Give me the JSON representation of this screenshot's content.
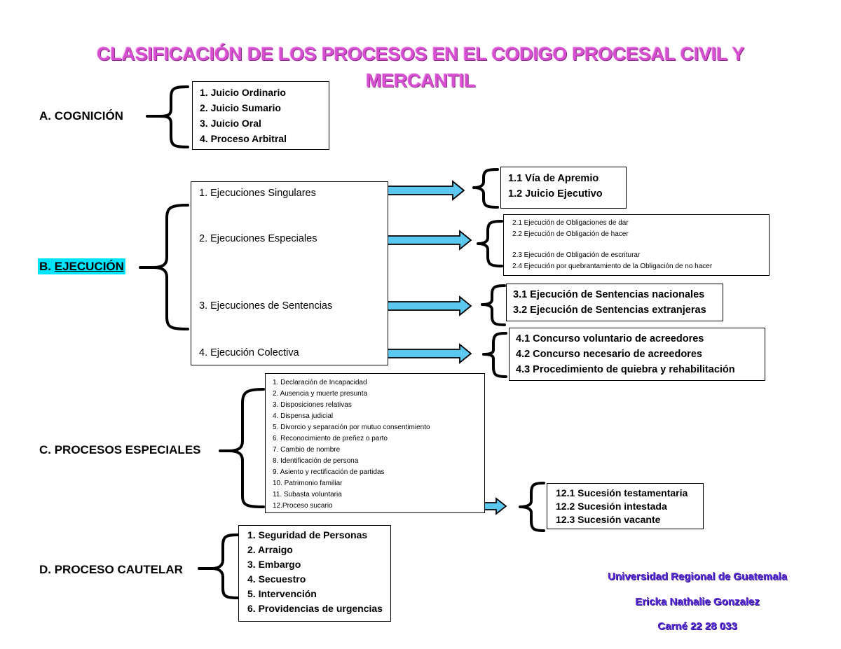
{
  "title": {
    "line1": "CLASIFICACIÓN DE LOS PROCESOS EN EL CODIGO PROCESAL CIVIL Y",
    "line2": "MERCANTIL"
  },
  "cognicion": {
    "label": "A. COGNICIÓN",
    "items": [
      "1. Juicio Ordinario",
      "2. Juicio Sumario",
      "3. Juicio Oral",
      "4. Proceso Arbitral"
    ]
  },
  "ejecucion": {
    "label_prefix": "B. ",
    "label_main": "EJECUCIÓN",
    "items": [
      "1. Ejecuciones Singulares",
      "2. Ejecuciones Especiales",
      "3. Ejecuciones de Sentencias",
      "4. Ejecución Colectiva"
    ],
    "singulares": [
      "1.1 Vía de Apremio",
      "1.2 Juicio Ejecutivo"
    ],
    "especiales": [
      "2.1 Ejecución de Obligaciones de dar",
      "2.2 Ejecución de Obligación de hacer",
      "2.3 Ejecución de Obligación de escriturar",
      "2.4 Ejecución por quebrantamiento de la Obligación de no hacer"
    ],
    "sentencias": [
      "3.1 Ejecución de Sentencias nacionales",
      "3.2 Ejecución de Sentencias extranjeras"
    ],
    "colectiva": [
      "4.1 Concurso voluntario de acreedores",
      "4.2 Concurso necesario de acreedores",
      "4.3 Procedimiento de quiebra y rehabilitación"
    ]
  },
  "especiales": {
    "label": "C. PROCESOS ESPECIALES",
    "items": [
      "1. Declaración de Incapacidad",
      "2. Ausencia y muerte presunta",
      "3. Disposiciones relativas",
      "4. Dispensa judicial",
      "5. Divorcio y separación por mutuo consentimiento",
      "6. Reconocimiento de preñez o parto",
      "7. Cambio de nombre",
      "8. Identificación de persona",
      "9. Asiento y rectificación de partidas",
      "10. Patrimonio familiar",
      "11. Subasta voluntaria",
      "12.Proceso sucario"
    ],
    "sucesion": [
      "12.1 Sucesión testamentaria",
      "12.2 Sucesión intestada",
      "12.3 Sucesión vacante"
    ]
  },
  "cautelar": {
    "label": "D. PROCESO CAUTELAR",
    "items": [
      "1. Seguridad de Personas",
      "2. Arraigo",
      "3. Embargo",
      "4. Secuestro",
      "5. Intervención",
      "6. Providencias de urgencias"
    ]
  },
  "credits": {
    "university": "Universidad Regional de Guatemala",
    "author": "Ericka Nathalie Gonzalez",
    "carne": "Carné 22 28 033"
  },
  "colors": {
    "title": "#d64fd0",
    "arrow_fill": "#5bc8ef",
    "highlight": "#00e5ff",
    "credits": "#5b2bd6"
  }
}
